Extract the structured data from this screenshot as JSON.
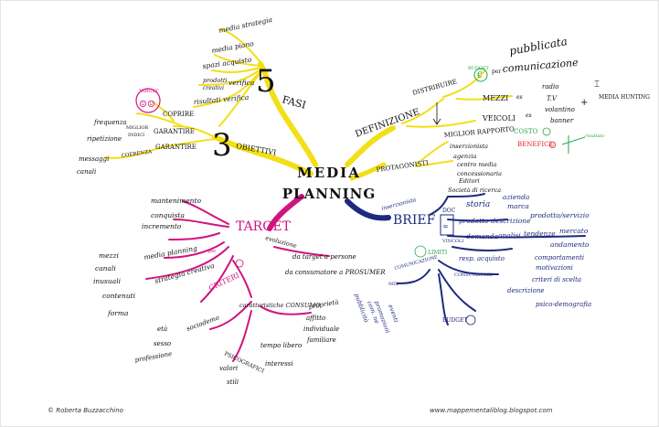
{
  "center": {
    "line1": "MEDIA",
    "line2": "PLANNING"
  },
  "colors": {
    "yellow": "#f2df16",
    "navy": "#1e2a7e",
    "magenta": "#d0157e",
    "green": "#26a548",
    "red": "#e0262b",
    "ink": "#111111"
  },
  "fasi": {
    "label": "FASI",
    "number": "5",
    "items": [
      "media strategia",
      "media piano",
      "spazi acquisto",
      "prodotti",
      "creativi",
      "verifica",
      "risultati verifica"
    ]
  },
  "obiettivi": {
    "label": "OBIETTIVI",
    "number": "3",
    "target_small": "TARGET",
    "coprire": "COPRIRE",
    "frequenza": "frequenza",
    "miglior_indici": "MIGLIOR",
    "indici": "INDICI",
    "garantire1": "GARANTIRE",
    "ripetizione": "ripetizione",
    "messaggi": "messaggi",
    "canali": "canali",
    "coerenza": "COERENZA",
    "garantire2": "GARANTIRE"
  },
  "definizione": {
    "label": "DEFINIZIONE",
    "distributore": "DISTRIBUIRE",
    "budget": "BUDGET",
    "euro": "€",
    "per": "per",
    "pubblicata": "pubblicata",
    "comunicazione": "comunicazione",
    "mezzi": "MEZZI",
    "es1": "es",
    "radio": "radio",
    "tv": "T.V",
    "veicoli": "VEICOLI",
    "es2": "es",
    "volantino": "volantino",
    "banner": "banner",
    "media_hunting": "MEDIA HUNTING",
    "plus": "+",
    "miglior_rapporto": "MIGLIOR RAPPORTO",
    "costo": "COSTO",
    "benefici": "BENEFICI",
    "risultato": "risultato"
  },
  "protagonisti": {
    "label": "PROTAGONISTI",
    "items": [
      "inserzionista",
      "agenzia",
      "centro media",
      "concessionaria",
      "Editori",
      "Società di ricerca"
    ]
  },
  "brief": {
    "label": "BRIEF",
    "inserzionista": "inserzionista",
    "doc": "DOC",
    "storia": "storia",
    "azienda": "azienda",
    "marca": "marca",
    "prodotto": "prodotto/servizio",
    "prodotto_descr": "prodotto descrizione",
    "vincoli": "VINCOLI",
    "domanda": "domanda",
    "analisi": "analisi",
    "tendenze": "tendenze",
    "mercato": "mercato",
    "andamento": "andamento",
    "limiti": "LIMITI",
    "resp_acquisto": "resp. acquisto",
    "comportamenti": "comportamenti",
    "motivazioni": "motivazioni",
    "criteri": "criteri di scelta",
    "consumatori": "CONSUMATORI",
    "descrizione": "descrizione",
    "psico": "psico-demografia",
    "comunicazione": "COMUNICAZIONE",
    "mix": "MIX",
    "pubblicita": "pubblicità",
    "comm": "com. ne",
    "promozioni": "promozioni",
    "eventi": "eventi",
    "budget": "BUDGET"
  },
  "target": {
    "label": "TARGET",
    "mantenimento": "mantenimento",
    "conquista": "conquista",
    "incremento": "incremento",
    "evoluzione": "evoluzione",
    "evol_text1": "da target a persone",
    "evol_text2": "da consumatore a PROSUMER",
    "mezzi": "mezzi",
    "canali": "canali",
    "inusuali": "inusuali",
    "media_planning": "media planning",
    "strategia_creativa": "strategia creativa",
    "per": "per",
    "contenuti": "contenuti",
    "forma": "forma",
    "criteri": "CRITERI",
    "caratteristiche": "caratteristiche CONSUMO",
    "proprieta": "proprietà",
    "affitto": "affitto",
    "individuale": "individuale",
    "familiare": "familiare",
    "eta": "età",
    "sesso": "sesso",
    "professione": "professione",
    "sociodemo": "sociodemo",
    "psicografici": "PSICOGRAFICI",
    "tempo_libero": "tempo libero",
    "valori": "valori",
    "interessi": "interessi",
    "stili": "stili"
  },
  "footer": {
    "left": "© Roberta Buzzacchino",
    "right": "www.mappementaliblog.blogspot.com"
  }
}
